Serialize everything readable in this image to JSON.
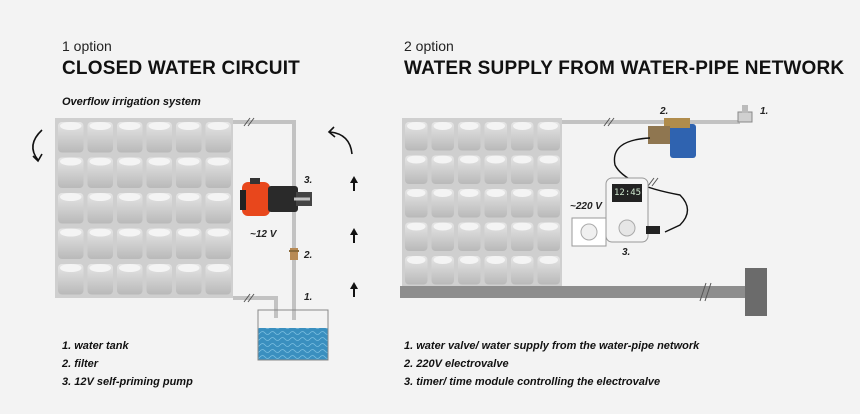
{
  "option1": {
    "number": "1 option",
    "title": "CLOSED WATER CIRCUIT",
    "subtitle": "Overflow irrigation system",
    "voltage": "~12 V",
    "callouts": [
      "1.",
      "2.",
      "3."
    ],
    "legend": [
      "1. water tank",
      "2. filter",
      "3. 12V self-priming pump"
    ]
  },
  "option2": {
    "number": "2 option",
    "title": "WATER SUPPLY FROM WATER-PIPE NETWORK",
    "voltage": "~220 V",
    "timer_display": "12:45",
    "callouts": [
      "1.",
      "2.",
      "3."
    ],
    "legend": [
      "1. water valve/ water supply from the water-pipe network",
      "2. 220V electrovalve",
      "3. timer/ time module controlling the electrovalve"
    ]
  },
  "colors": {
    "water": "#3a8fbf",
    "pipe": "#c4c4c4",
    "pump": "#e8471c",
    "valve": "#2f63b0",
    "panel": "#d8d8d8"
  }
}
